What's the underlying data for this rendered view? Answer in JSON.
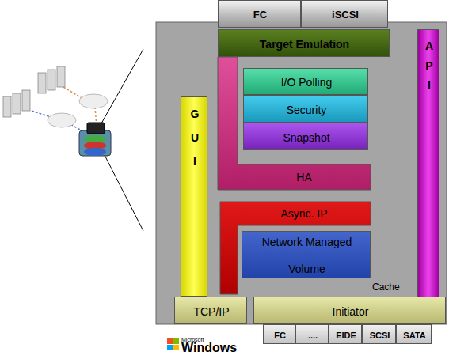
{
  "diagram": {
    "nodes": [
      {
        "text": [
          "FC"
        ]
      },
      {
        "text": [
          "iSCSI"
        ]
      },
      {
        "text": [
          "Target Emulation"
        ]
      },
      {
        "text": [
          "A P I"
        ]
      },
      {
        "text": [
          "I/O Polling"
        ]
      },
      {
        "text": [
          "Security"
        ]
      },
      {
        "text": [
          "Snapshot"
        ]
      },
      {
        "text": [
          "G U I"
        ]
      },
      {
        "text": [
          "HA"
        ]
      },
      {
        "text": [
          "Async. IP"
        ]
      },
      {
        "text": [
          "Network Managed Volume"
        ]
      },
      {
        "text": [
          "TCP/IP"
        ]
      },
      {
        "text": [
          "Initiator"
        ]
      },
      {
        "text": [
          "FC"
        ]
      },
      {
        "text": [
          "...."
        ]
      },
      {
        "text": [
          "EIDE"
        ]
      },
      {
        "text": [
          "SCSI"
        ]
      },
      {
        "text": [
          "SATA"
        ]
      }
    ],
    "labels": [
      "Cache",
      "Microsoft",
      "Windows"
    ]
  }
}
